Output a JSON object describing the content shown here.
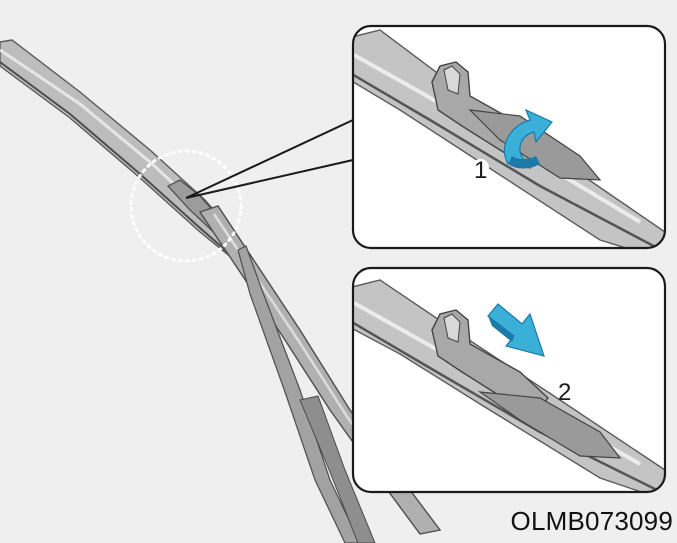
{
  "figure": {
    "code": "OLMB073099",
    "steps": [
      {
        "number": "1",
        "action": "rotate"
      },
      {
        "number": "2",
        "action": "slide"
      }
    ]
  },
  "colors": {
    "background": "#efefef",
    "panel_fill": "#ffffff",
    "panel_stroke": "#1a1a1a",
    "arrow": "#3ab0d9",
    "arrow_dark": "#1b7aa8",
    "blade_light": "#cfcfcf",
    "blade_mid": "#a4a4a4",
    "blade_dark": "#595959"
  },
  "icons": {
    "step1_arrow": "rotate-arrow-icon",
    "step2_arrow": "slide-arrow-icon",
    "callout": "magnify-circle-icon"
  }
}
